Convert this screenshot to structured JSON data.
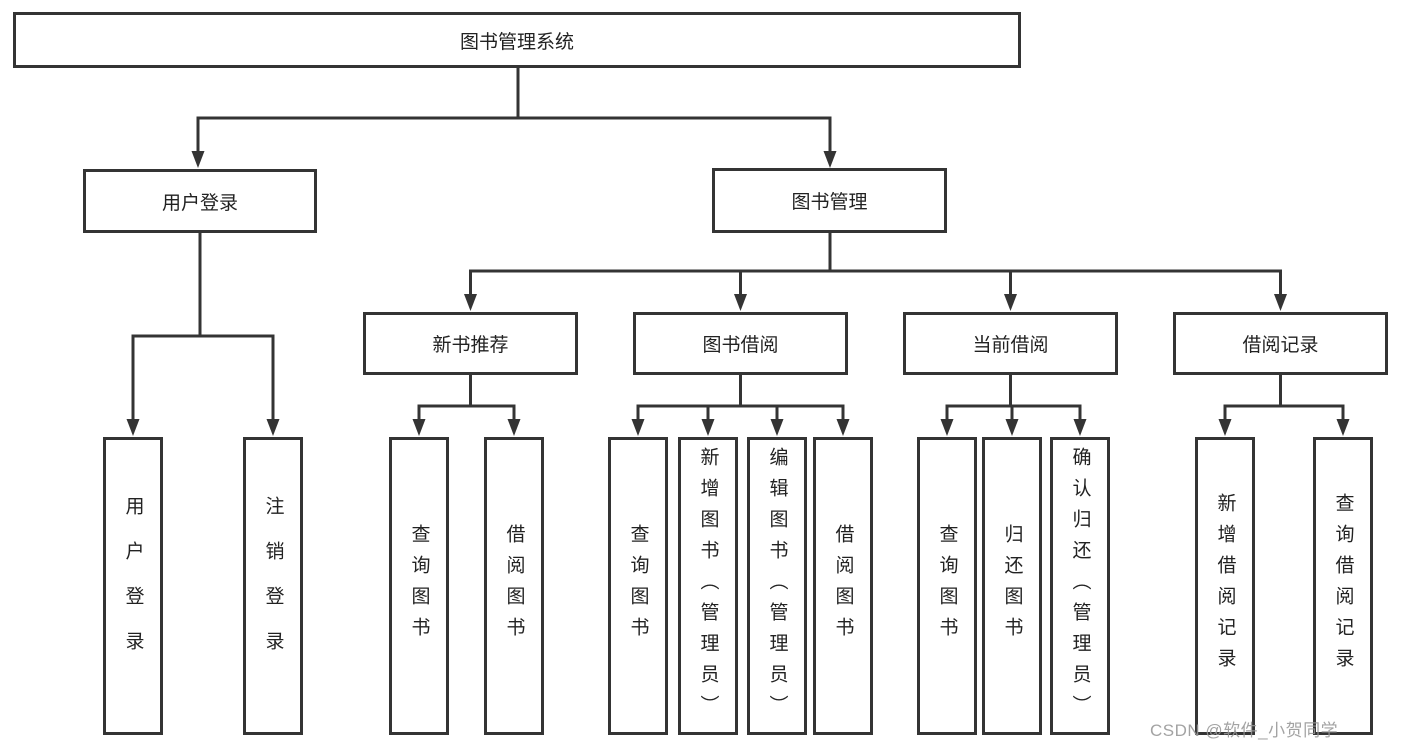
{
  "diagram": {
    "root": {
      "label": "图书管理系统"
    },
    "level1": [
      {
        "label": "用户登录"
      },
      {
        "label": "图书管理"
      }
    ],
    "level2": [
      {
        "label": "新书推荐"
      },
      {
        "label": "图书借阅"
      },
      {
        "label": "当前借阅"
      },
      {
        "label": "借阅记录"
      }
    ],
    "leaves": {
      "user_login_group": [
        "用户登录",
        "注销登录"
      ],
      "new_book_group": [
        "查询图书",
        "借阅图书"
      ],
      "book_borrow_group": [
        "查询图书",
        "新增图书（管理员）",
        "编辑图书（管理员）",
        "借阅图书"
      ],
      "current_borrow_group": [
        "查询图书",
        "归还图书",
        "确认归还（管理员）"
      ],
      "borrow_record_group": [
        "新增借阅记录",
        "查询借阅记录"
      ]
    },
    "watermark": "CSDN @软件_小贺同学",
    "colors": {
      "line": "#343434",
      "text": "#222222",
      "background": "#ffffff",
      "watermark": "#969696"
    }
  }
}
